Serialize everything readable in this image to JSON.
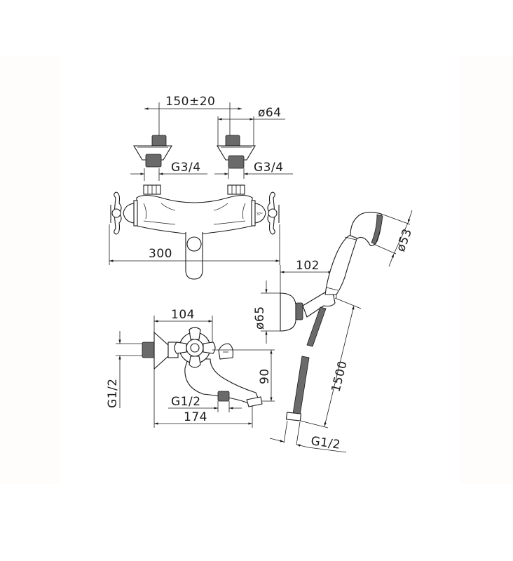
{
  "drawing": {
    "subject": "Thermostatic bath mixer with hand shower kit",
    "units": "mm",
    "background": "#ffffff",
    "line_color": "#1a1a1a",
    "views": [
      {
        "name": "front-view-mixer",
        "description": "Wall-mounted bath mixer front elevation with cross handles and eccentric connectors"
      },
      {
        "name": "side-view-mixer",
        "description": "Mixer side elevation with spout and diverter"
      },
      {
        "name": "hand-shower",
        "description": "Hand shower with wall bracket"
      },
      {
        "name": "shower-hose",
        "description": "Flexible shower hose"
      }
    ]
  },
  "dimensions": {
    "connector_spacing": "150±20",
    "flange_diameter": "ø64",
    "inlet_thread_left": "G3/4",
    "inlet_thread_right": "G3/4",
    "overall_width": "300",
    "bracket_offset": "102",
    "hand_shower_diameter": "ø53",
    "bracket_diameter": "ø65",
    "side_depth": "104",
    "wall_thread": "G1/2",
    "outlet_thread": "G1/2",
    "spout_depth": "174",
    "spout_height": "90",
    "hose_length": "1500",
    "hose_thread": "G1/2"
  }
}
